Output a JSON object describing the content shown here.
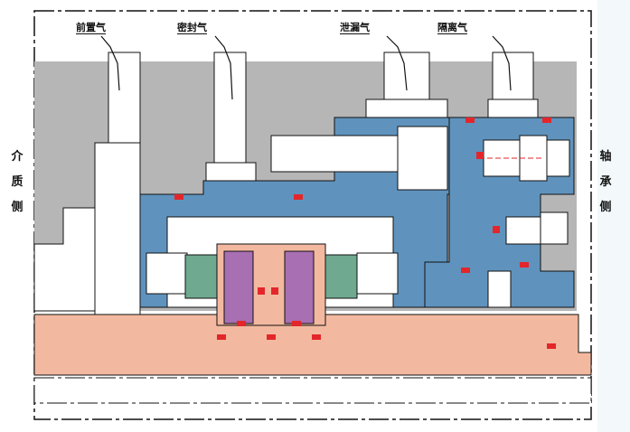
{
  "ports": [
    {
      "label": "前置气"
    },
    {
      "label": "密封气"
    },
    {
      "label": "泄漏气"
    },
    {
      "label": "隔离气"
    }
  ],
  "sides": {
    "left": "介质侧",
    "right": "轴承侧"
  },
  "colors": {
    "housing": "#b6b6b6",
    "seal_cartridge": "#5f93bd",
    "shaft_sleeve": "#f3b9a0",
    "stator_ring": "#6fa98f",
    "rotor_ring": "#a86fb3",
    "o_ring": "#e3262a"
  }
}
